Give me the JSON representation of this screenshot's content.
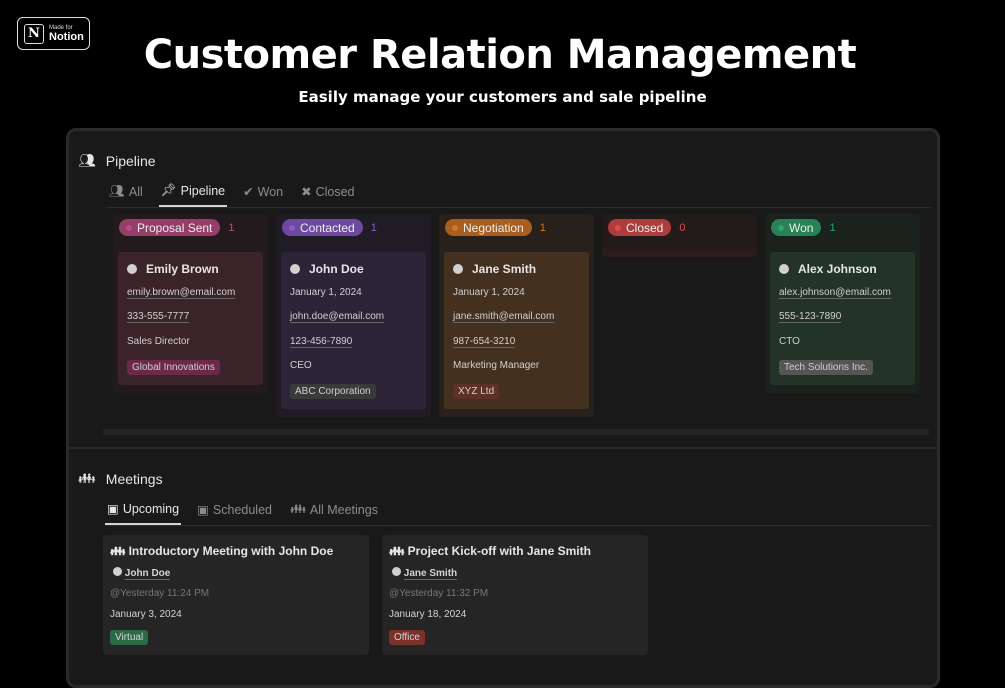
{
  "badge": {
    "line1": "Made for",
    "line2": "Notion"
  },
  "title": "Customer Relation Management",
  "subtitle": "Easily manage your customers and sale pipeline",
  "pipeline": {
    "title": "Pipeline",
    "tabs": [
      "All",
      "Pipeline",
      "Won",
      "Closed"
    ],
    "columns": [
      {
        "name": "Proposal Sent",
        "count": "1",
        "color": "#c04a85",
        "cards": [
          {
            "name": "Emily Brown",
            "lines": [
              "emily.brown@email.com",
              "333-555-7777",
              "Sales Director"
            ],
            "company": "Global Innovations"
          }
        ]
      },
      {
        "name": "Contacted",
        "count": "1",
        "color": "#8a5acd",
        "cards": [
          {
            "name": "John Doe",
            "lines": [
              "January 1, 2024",
              "john.doe@email.com",
              "123-456-7890",
              "CEO"
            ],
            "company": "ABC Corporation"
          }
        ]
      },
      {
        "name": "Negotiation",
        "count": "1",
        "color": "#d6751f",
        "cards": [
          {
            "name": "Jane Smith",
            "lines": [
              "January 1, 2024",
              "jane.smith@email.com",
              "987-654-3210",
              "Marketing Manager"
            ],
            "company": "XYZ Ltd"
          }
        ]
      },
      {
        "name": "Closed",
        "count": "0",
        "color": "#e04a4a",
        "cards": []
      },
      {
        "name": "Won",
        "count": "1",
        "color": "#2fa36a",
        "cards": [
          {
            "name": "Alex Johnson",
            "lines": [
              "alex.johnson@email.com",
              "555-123-7890",
              "CTO"
            ],
            "company": "Tech Solutions Inc."
          }
        ]
      }
    ]
  },
  "meetings": {
    "title": "Meetings",
    "tabs": [
      "Upcoming",
      "Scheduled",
      "All Meetings"
    ],
    "cards": [
      {
        "title": "Introductory Meeting with John Doe",
        "person": "John Doe",
        "created": "@Yesterday 11:24 PM",
        "date": "January 3, 2024",
        "type": "Virtual"
      },
      {
        "title": "Project Kick-off with Jane Smith",
        "person": "Jane Smith",
        "created": "@Yesterday 11:32 PM",
        "date": "January 18, 2024",
        "type": "Office"
      }
    ]
  }
}
